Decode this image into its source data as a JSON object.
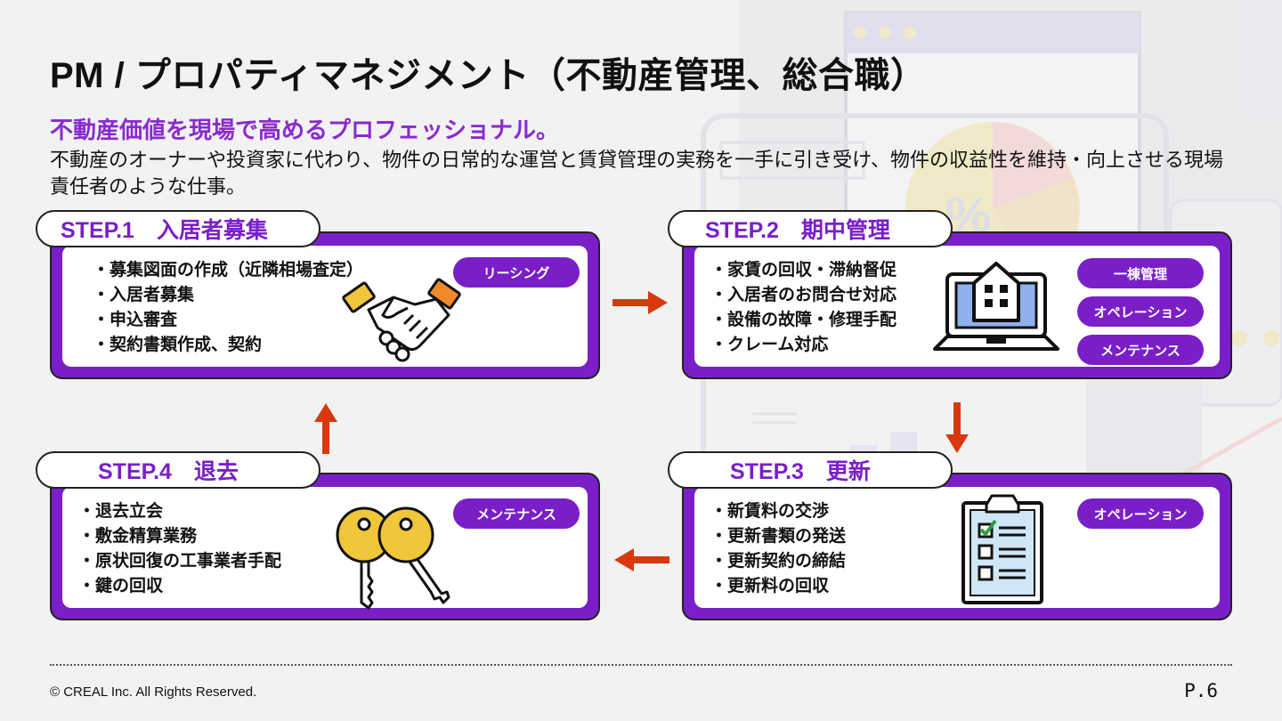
{
  "title": "PM / プロパティマネジメント（不動産管理、総合職）",
  "subtitle": "不動産価値を現場で高めるプロフェッショナル。",
  "description": "不動産のオーナーや投資家に代わり、物件の日常的な運営と賃貸管理の実務を一手に引き受け、物件の収益性を維持・向上させる現場責任者のような仕事。",
  "steps": [
    {
      "label": "STEP.1　入居者募集",
      "items": [
        "・募集図面の作成（近隣相場査定）",
        "・入居者募集",
        "・申込審査",
        "・契約書類作成、契約"
      ],
      "tags": [
        "リーシング"
      ],
      "icon": "handshake-icon"
    },
    {
      "label": "STEP.2　期中管理",
      "items": [
        "・家賃の回収・滞納督促",
        "・入居者のお問合せ対応",
        "・設備の故障・修理手配",
        "・クレーム対応"
      ],
      "tags": [
        "一棟管理",
        "オペレーション",
        "メンテナンス"
      ],
      "icon": "laptop-building-icon"
    },
    {
      "label": "STEP.3　更新",
      "items": [
        "・新賃料の交渉",
        "・更新書類の発送",
        "・更新契約の締結",
        "・更新料の回収"
      ],
      "tags": [
        "オペレーション"
      ],
      "icon": "clipboard-checklist-icon"
    },
    {
      "label": "STEP.4　退去",
      "items": [
        "・退去立会",
        "・敷金精算業務",
        "・原状回復の工事業者手配",
        "・鍵の回収"
      ],
      "tags": [
        "メンテナンス"
      ],
      "icon": "keys-icon"
    }
  ],
  "footer": {
    "copyright": "© CREAL Inc. All Rights Reserved.",
    "page": "P.6"
  },
  "colors": {
    "accent": "#7a1fc8",
    "arrow": "#d9380f",
    "text": "#111111",
    "background": "#f2f2f2"
  }
}
